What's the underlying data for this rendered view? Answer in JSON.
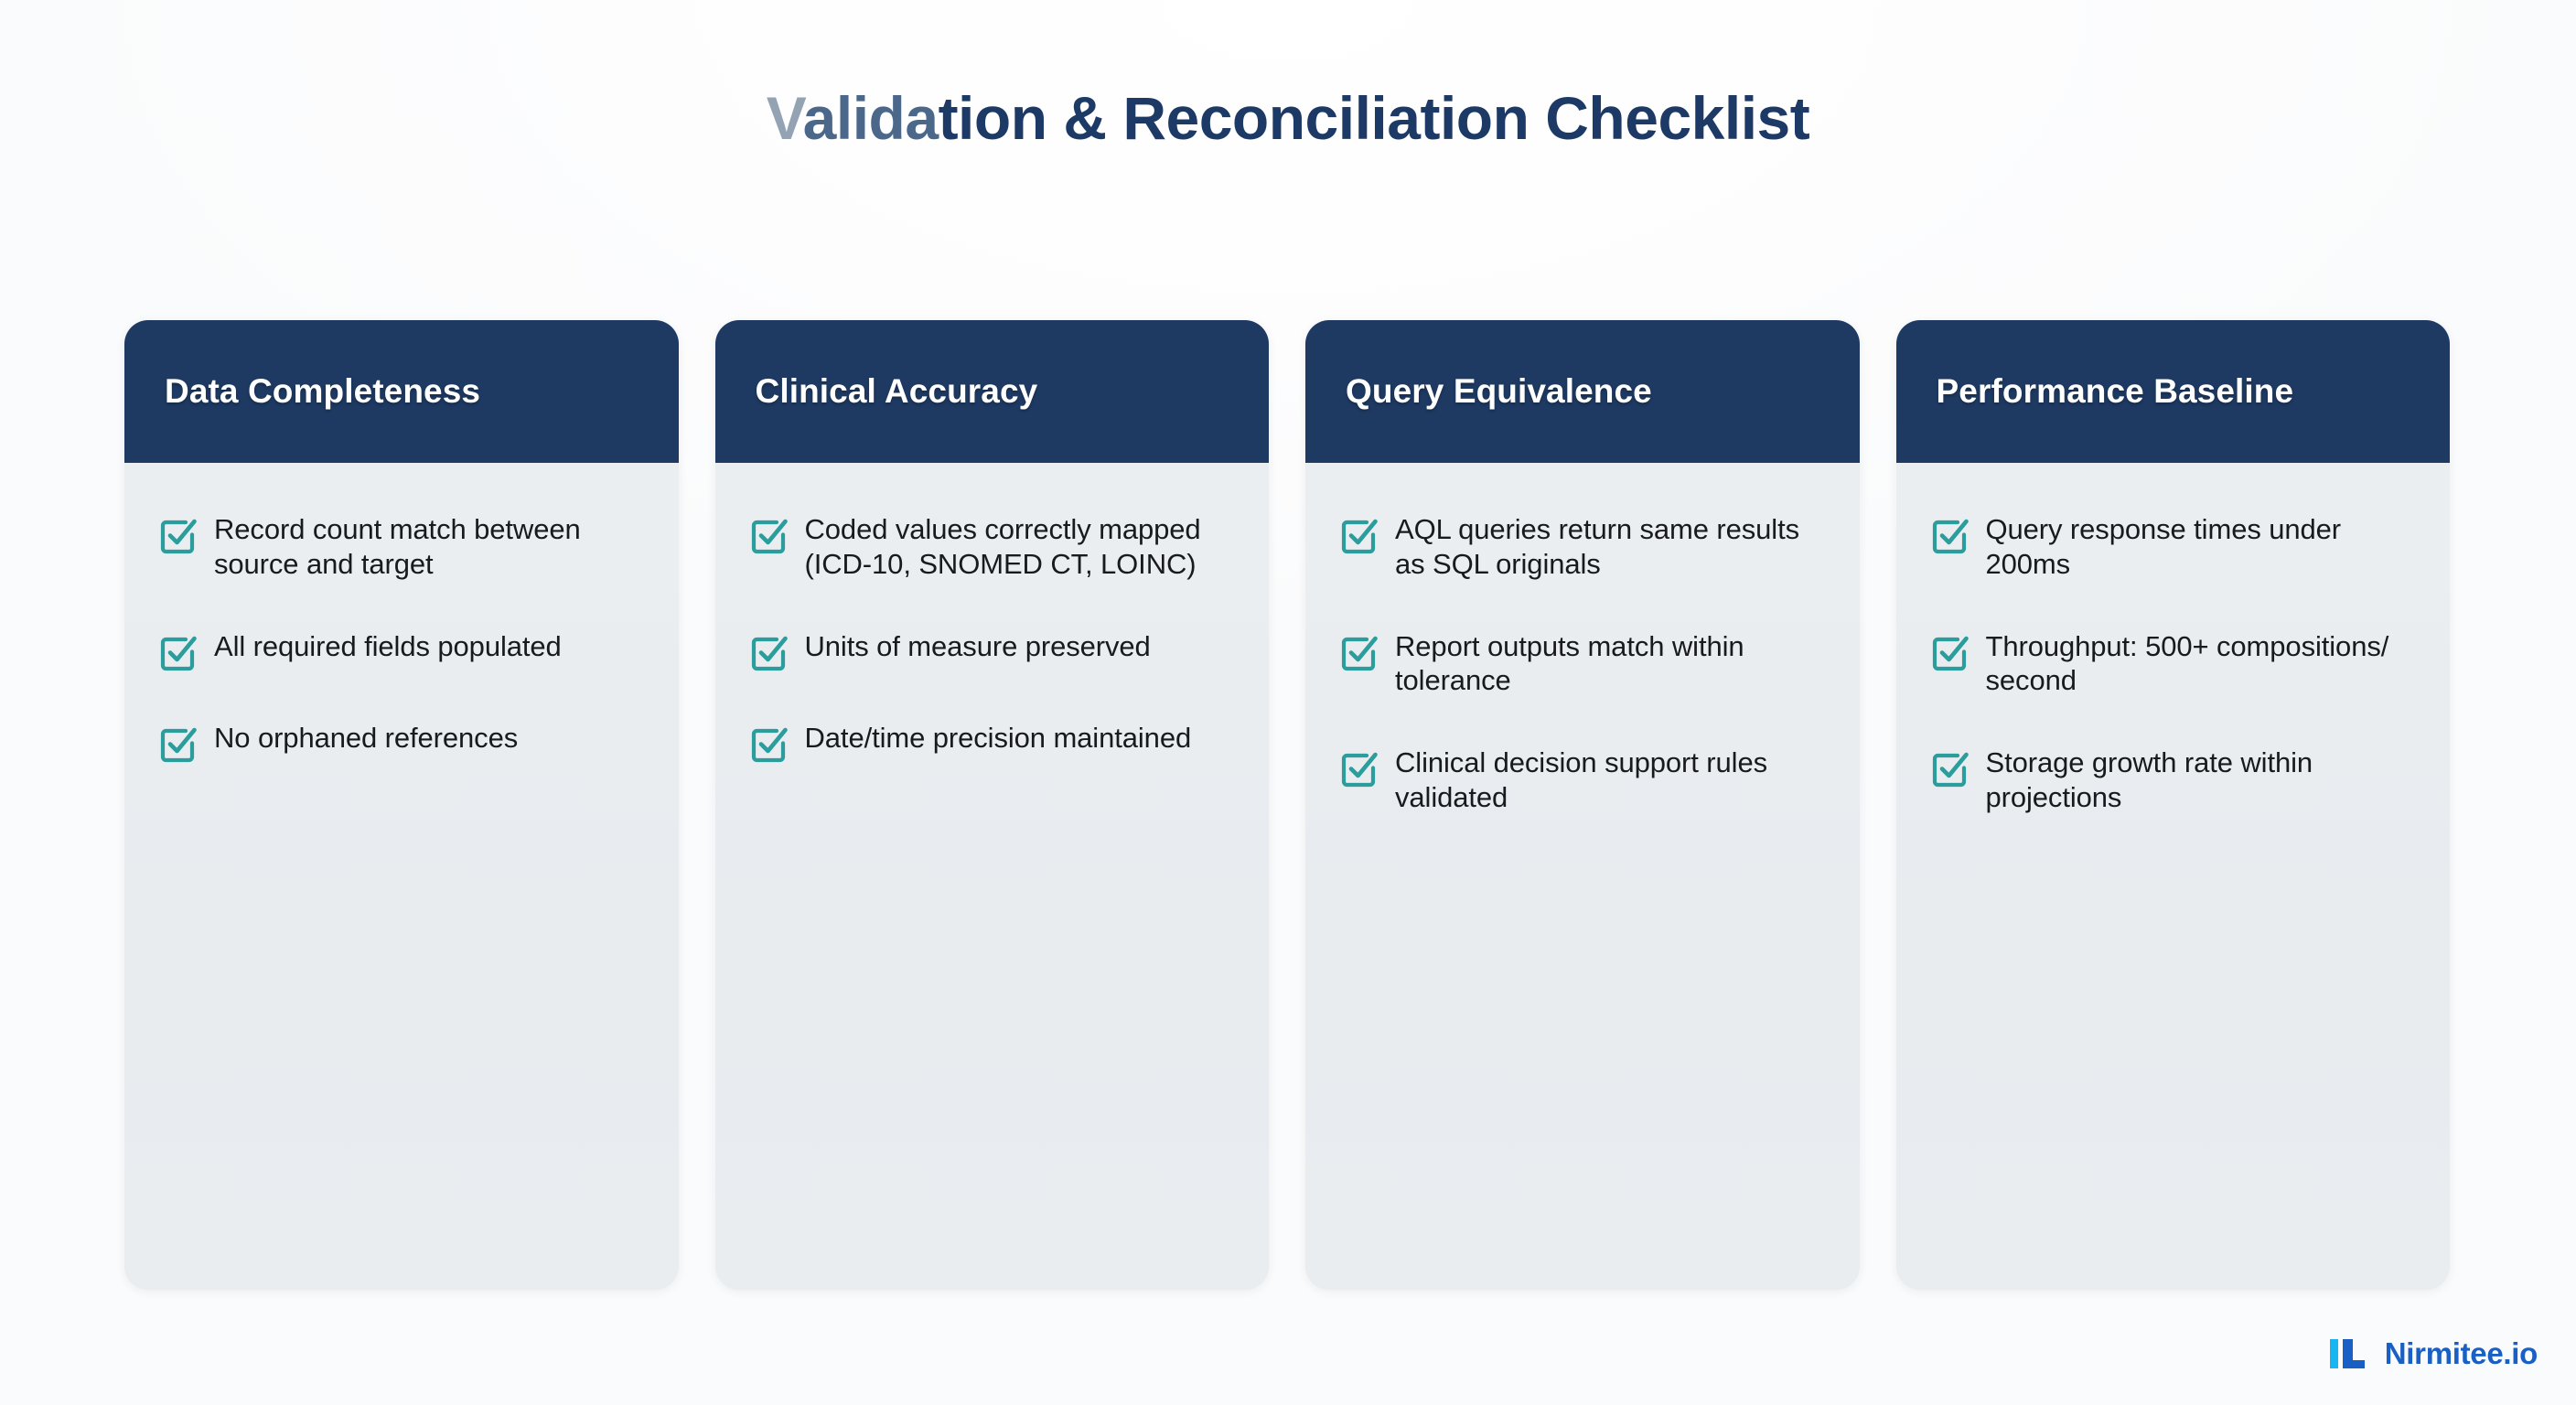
{
  "page": {
    "title_part_faded": "V",
    "title_part_semi": "alida",
    "title_part_rest": "tion & Reconciliation Checklist",
    "title_full": "Validation & Reconciliation Checklist",
    "background_color": "#fbfcfd"
  },
  "colors": {
    "header_navy": "#1e3a63",
    "card_body": "#e9edf0",
    "check_teal": "#2a9d9c",
    "title_navy": "#1d3a66",
    "logo_blue": "#1a5fc4",
    "logo_cyan": "#17b6f0"
  },
  "cards": [
    {
      "title": "Data Completeness",
      "items": [
        "Record count match between source and target",
        "All required fields populated",
        "No orphaned references"
      ]
    },
    {
      "title": "Clinical Accuracy",
      "items": [
        "Coded values correctly mapped (ICD-10, SNOMED CT, LOINC)",
        "Units of measure preserved",
        "Date/time precision maintained"
      ]
    },
    {
      "title": "Query Equivalence",
      "items": [
        "AQL queries return same results as SQL originals",
        "Report outputs match within tolerance",
        "Clinical decision support rules validated"
      ]
    },
    {
      "title": "Performance Baseline",
      "items": [
        "Query response times under 200ms",
        "Throughput: 500+ compositions/ second",
        "Storage growth rate within projections"
      ]
    }
  ],
  "footer": {
    "brand": "Nirmitee.io"
  }
}
